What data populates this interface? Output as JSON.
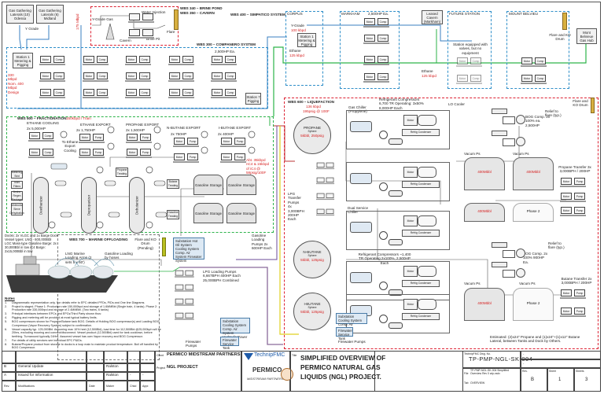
{
  "drawing": {
    "title_lines": [
      "SIMPLIFIED OVERVIEW OF",
      "PERMICO NATURAL GAS",
      "LIQUIDS (NGL) PROJECT."
    ],
    "title_label": "Title",
    "client_label": "Client",
    "client": "PERMICO MIDSTREAM PARTNERS",
    "project_label": "Project",
    "project": "NGL PROJECT",
    "dwg_no_label": "TechnipFMC Dwg. No.",
    "dwg_no": "TP-PMP-NGL-SK-004",
    "file_label": "File",
    "file": "TP-PMP-NGL-SK-004 Simplified Overview Rev 0 wip.vsdx",
    "tab_label": "Tab",
    "tab": "OVERVIEW",
    "rev_label": "Rev.",
    "rev": "B",
    "sheet_label": "Sheet",
    "sheet": "1",
    "sheets_label": "Sheets",
    "sheets": "3",
    "right_dashes": [
      "-",
      "-"
    ],
    "logos": {
      "technip": "TechnipFMC",
      "permico": "PERMICO",
      "permico_sub": "MIDSTREAM PARTNERS"
    }
  },
  "revisions": {
    "headers": [
      "Rev.",
      "Modifications",
      "Date",
      "Maker",
      "Chkd",
      "Appr."
    ],
    "rows": [
      {
        "rev": "B",
        "mod": "General Update",
        "date": "",
        "maker": "Ralston",
        "chkd": "",
        "appr": ""
      },
      {
        "rev": "A",
        "mod": "Issued for Information",
        "date": "",
        "maker": "Ralston",
        "chkd": "-",
        "appr": "-"
      }
    ]
  },
  "gathering": {
    "odessa": "Gas Gathering Laterals (10) Odessa",
    "midland": "Gas Gathering Laterals (6) Midland",
    "y_grade": "Y Grade"
  },
  "wbs300": {
    "title": "WBS 300 – COMPANERO SYSTEM",
    "hp": "2,500HP Ea.",
    "station1": "Station 1 Metering & Pigging",
    "station7": "Station 7 Pigging",
    "flow": "330 Mbpd Nom. 400 Mbpd Design",
    "motor": "Motor",
    "comp": "Comp"
  },
  "wbs340": {
    "title1": "WBS 340 – BRINE POND",
    "title2": "WBS 350 – CAVERN",
    "ygrade_gas": "Y-Grade Gas",
    "water_injection": "Water Injection",
    "cavern": "Cavern",
    "brine_pit": "Brine Pit",
    "flare": "Flare",
    "flow": "175 Mbpd"
  },
  "wbs400": {
    "title": "WBS 400 – SIMPATICO SYSTEM",
    "corpus": "CORPUS",
    "ygrade": "Y-Grade",
    "ygrade_flow": "100 kbpd",
    "station1": "Station 1 Metering & Pigging",
    "ethane": "Ethane",
    "ethane_flow": "125 kbpd",
    "markham": "MARKHAM",
    "markham_hp": "2,500HP Ea.",
    "leased_cavern": "Leased Cavern (Markham)",
    "future_station": "FUTURE STATION",
    "future_note": "Station equipped with valves, but no equipment",
    "ethane2": "Ethane",
    "ethane2_flow": "125 kbpd",
    "mont_belvieu": "MOUNT BELVIEU",
    "flare_ko": "Flare and KO Drum",
    "mb_hub": "Mont Belvieue Gas Hub"
  },
  "wbs500": {
    "title": "WBS 500 – FRACTIONATION",
    "title_flow": "150kbpd / Train",
    "ethane_cooling": "ETHANE COOLING",
    "ethane_cooling_hp": "2x 5,000HP",
    "ethane_export": "ETHANE EXPORT",
    "ethane_export_hp": "2x 1,750HP",
    "propane_export": "PROPANE EXPORT",
    "propane_export_hp": "2x 1,500HP",
    "nbutane_export": "N-BUTANE EXPORT",
    "nbutane_export_hp": "2x 750HP",
    "ibutane_export": "I-BUTANE EXPORT",
    "ibutane_export_hp": "2x 400HP",
    "to_ethane": "To Ethane Export Cooling",
    "metering_skid": "Metering Skid",
    "inlet_filters": "Inlet Filters",
    "amine": "Amine Regen Package",
    "mol_sieve": "Molecular Sieve Dehydration",
    "deethanizer": "Deethanizer",
    "depropanizer": "Depropanizer",
    "debutanizer": "Debutanizer",
    "propane_treating": "Propane Treating",
    "butane_treating": "Butane Treating",
    "gasoline_treating": "Gasoline Treating",
    "gasoline_storage": "Gasoline Storage",
    "abt_note": "Abt. 35kbpd nC4 & 15kbpd of iC4 @ 58psig/100F",
    "refrig": "Refrig",
    "cw": "CW",
    "motor": "Motor",
    "pump": "Pump",
    "comp": "Comp",
    "gasoline_loading_pumps": "Gasoline Loading Pumps 2x 600HP Each",
    "substation": "Substation Hot Oil System Cooling System Comp. Air System Firewater System"
  },
  "docks": {
    "note": "Docks: 2x VLGC and 1x Barge Dock Vessel types: LNG - 600,000Bbl LGC Mass-type Gasoline Barge: 2x 30,000Bbl in tow iC4 Barge: 2x15,000Bbl in tow"
  },
  "wbs700": {
    "title": "WBS 700 – MARINE OFFLOADING",
    "flare_ko": "Flare and KO Drum (Pending)",
    "lng_arms": "LNG Marine Loading Arms (2 sets 5 x 60')",
    "gasoline_hoses": "Gasoline Loading by hoses",
    "lpg_pumps": "LPG Loading Pumps 6,667BPH 400HP Each 25,000BPH Combined",
    "firewater_pumps": "Firewater Pumps",
    "substation": "Substation Cooling System Comp. Air System Hydraulic Power Unit",
    "firewater_tank": "Firewater Service Tank"
  },
  "wbs600": {
    "title": "WBS 600 – LIQUEFACTION",
    "flow": "136 kbpd",
    "cond": "195psig @ 100F",
    "propane_sphere": "PROPANE",
    "sphere": "Sphere",
    "propane_spec": "5kbbl, 250psig",
    "nbutane_sphere": "N-BUTANE",
    "nbutane_spec": "5kbbl, 125psig",
    "ibutane_sphere": "I-BUTANE",
    "ibutane_spec": "5kbbl, 125psig",
    "lpg_transfer": "LPG Transfer Pumps 4x 3,000BPH 200HP Each",
    "gas_chiller": "Gas Chiller (Propylene)",
    "dual_chiller": "Dual Service Chiller",
    "refrig_comp1": "Refrigerant Compressors 6,700 TR Operating: 3x50% 8,000HP Each",
    "refrig_comp2": "Refrigerant Compressors ~1,400 TR Operating 2x100%, 2,500HP Each",
    "refrig_condenser": "Refrig Condenser",
    "lo_cooler": "LO Cooler",
    "bog_comp1": "BOG Comp. 2x 100% ea. 2,500HP",
    "bog_comp2": "BOG Comp. 2x 100% 900HP Ea.",
    "relief": "Relief to flare (typ.)",
    "flare_ko": "Flare and KO Drum",
    "vacuum": "Vacum Ps",
    "tank_cap": "400Mbbl",
    "phase2": "Phase 2",
    "propane_transfer": "Propane Transfer 3x 3,000BPH / 200HP",
    "butane_transfer": "Butane Transfer 2x 3,000BPH / 200HP",
    "substation": "Substation Cooling System Comp. Air System",
    "firewater_tank": "Firewater Service Tank",
    "firewater_pumps": "Firewater Pumps",
    "estimate": "Estimated: (2)x24\" Propane and (1)x24\"+(1)x12\" Butane Lateral, between Tanks and Dock by Others."
  },
  "notes": {
    "title": "Notes",
    "items": [
      "Diagrammatic representation only. For details refer to EPC detailed PFDs, PIDs and One line Diagrams.",
      "Project is staged. Phase 1: Production rate 150,000bpd and storage of 1.6MMBbl (Single train, 4 tanks). Phase 2: Production rate 330,000bpd and storage of 2.4MMBbl. (Two trains, 6 tanks)",
      "Principal interfaces between EPCs and EPCs/Third Party shown thus:",
      "Pigging and metering will be provided at most typical battery limits.",
      "BOG compressors shown for Propane/Butane tank BOG. Details of Holding BOG compressor(s) and Loading BOG Compressor (Vapor Recovery System) subject to confirmation.",
      "Vessel capacity typ. 125,000Bbl. Assuming max 10% heel (12,500Bbl), load time for 112,500Bbl @25,000bph will be 20hrs, excluding mooring and connect/disconnect. Vessel product (12,500Bbl) used for tank cooldown, before berthing. Turnaround typically 24Hrs. Assumed vessel has own Vapor recovery and BOG Compressor.",
      "For details of utility services see individual EPC P&IDs.",
      "Butane/Propane product from storage to docks is a loop main to maintain product temperature. Boil off handled by BOG Compressor."
    ]
  },
  "colors": {
    "ethane_line": "#2db34a",
    "ygrade_line": "#3a7fc0",
    "propane_line": "#b33",
    "nbutane_line": "#6b4b9a",
    "ibutane_line": "#e0d020",
    "zone_blue": "#2f8fc9",
    "zone_red": "#d23"
  }
}
